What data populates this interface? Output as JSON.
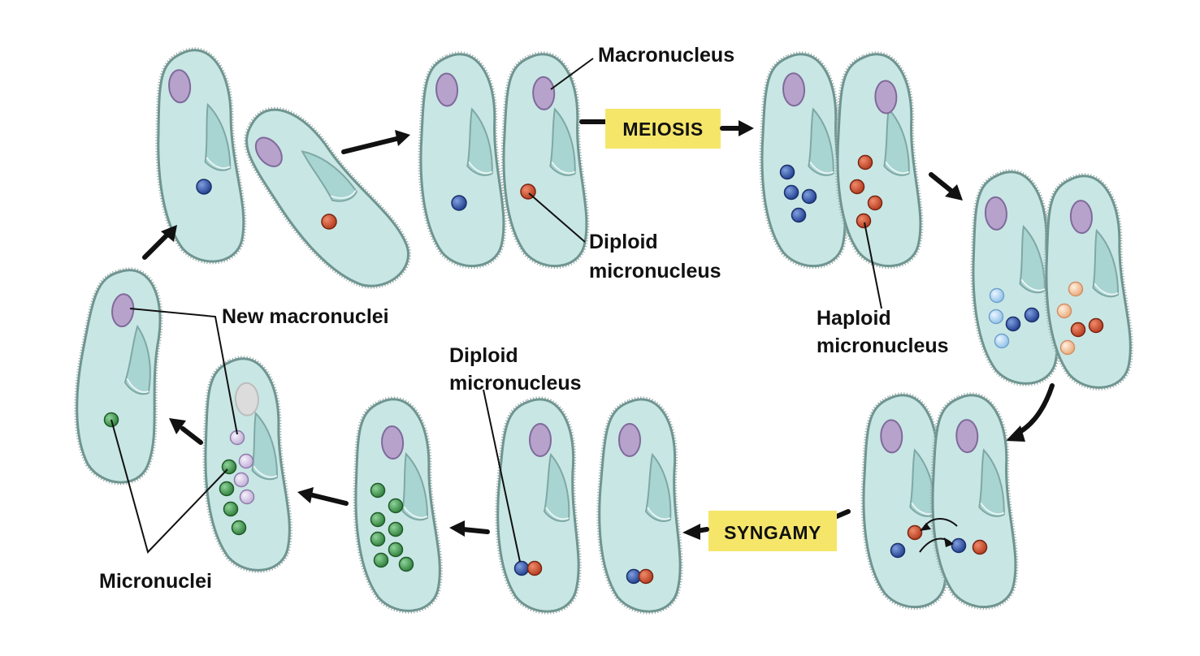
{
  "labels": {
    "macronucleus": "Macronucleus",
    "meiosis": "MEIOSIS",
    "diploid_top_1": "Diploid",
    "diploid_top_2": "micronucleus",
    "haploid_1": "Haploid",
    "haploid_2": "micronucleus",
    "new_macronuclei": "New macronuclei",
    "diploid_bottom_1": "Diploid",
    "diploid_bottom_2": "micronucleus",
    "syngamy": "SYNGAMY",
    "micronuclei": "Micronuclei"
  },
  "colors": {
    "cell": "#c8e6e4",
    "macronucleus": "#b7a2cc",
    "blue_micronucleus": "#2f4fa3",
    "red_micronucleus": "#c8482a",
    "light_blue_micronucleus": "#a8d0f0",
    "light_orange_micronucleus": "#f3c8a2",
    "green_micronucleus": "#3f9a4c",
    "lavender_micronucleus": "#d6c9e6",
    "label_box": "#f5e66a"
  }
}
